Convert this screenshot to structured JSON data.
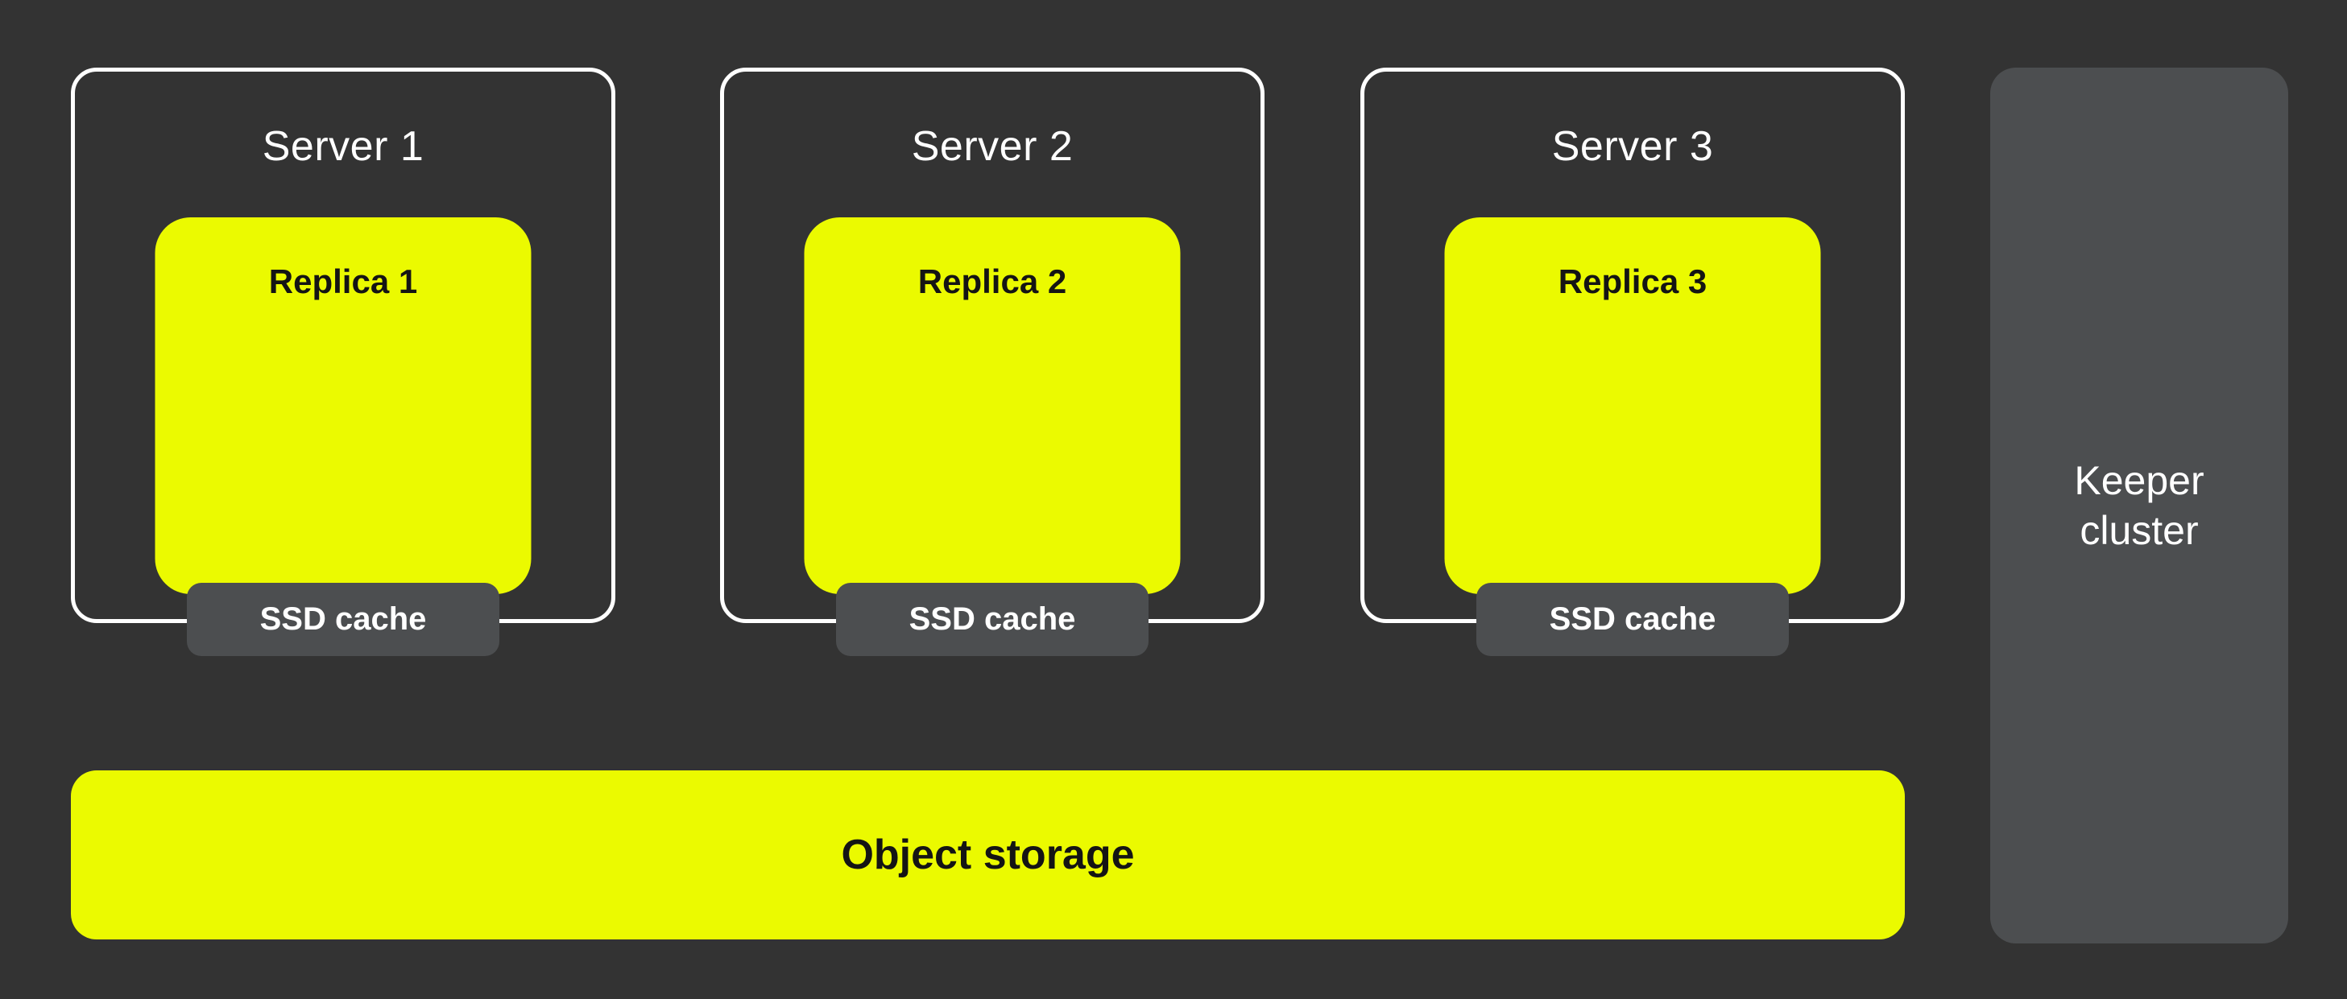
{
  "diagram": {
    "servers": [
      {
        "title": "Server 1",
        "replica_label": "Replica 1",
        "cache_label": "SSD cache"
      },
      {
        "title": "Server 2",
        "replica_label": "Replica 2",
        "cache_label": "SSD cache"
      },
      {
        "title": "Server 3",
        "replica_label": "Replica 3",
        "cache_label": "SSD cache"
      }
    ],
    "object_storage_label": "Object storage",
    "keeper_cluster": {
      "lines": [
        "Keeper",
        "cluster"
      ]
    },
    "colors": {
      "background": "#333333",
      "accent-yellow": "#EBFA00",
      "panel-gray": "#4C4E50",
      "outline-white": "#FFFFFF",
      "text-dark": "#141414",
      "text-light": "#FFFFFF"
    }
  }
}
